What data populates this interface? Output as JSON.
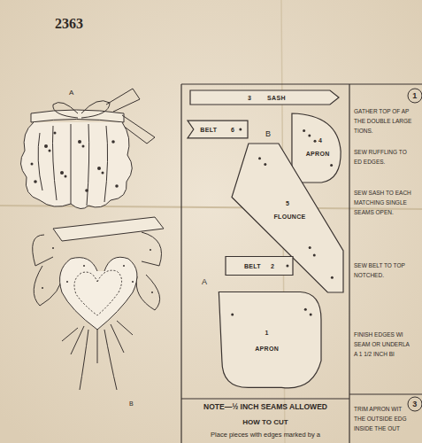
{
  "diagram": {
    "nodes": [
      {
        "text": [
          "3",
          "SASH"
        ]
      },
      {
        "text": [
          "BELT",
          "6"
        ]
      },
      {
        "text": [
          "4",
          "APRON"
        ]
      },
      {
        "text": [
          "5",
          "FLOUNCE"
        ]
      },
      {
        "text": [
          "2",
          "BELT"
        ]
      },
      {
        "text": [
          "1",
          "APRON"
        ]
      },
      {
        "text": [
          "1"
        ]
      },
      {
        "text": [
          "3"
        ]
      }
    ],
    "labels": [
      "2363",
      "A",
      "B",
      "B",
      "A",
      "GATHER TOP OF AP",
      "THE DOUBLE LARGE",
      "TIONS.",
      "SEW RUFFLING TO",
      "ED EDGES.",
      "SEW SASH TO EACH",
      "MATCHING SINGLE",
      "SEAMS OPEN.",
      "SEW BELT TO TOP",
      "NOTCHED.",
      "FINISH EDGES WI",
      "SEAM OR UNDERLA",
      "A 1 1/2 INCH BI",
      "TRIM APRON WIT",
      "THE OUTSIDE EDG",
      "INSIDE THE OUT",
      "NOTE—½ INCH SEAMS ALLOWED",
      "HOW TO CUT",
      "Place pieces with edges marked by a"
    ]
  }
}
